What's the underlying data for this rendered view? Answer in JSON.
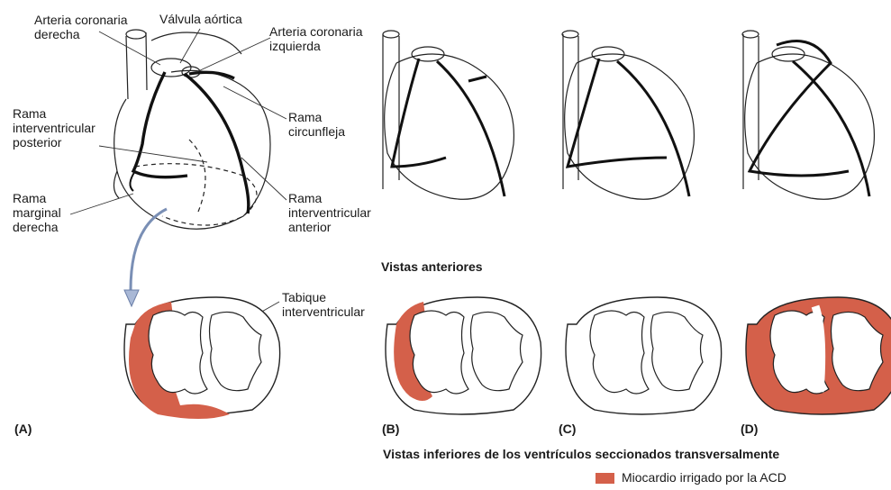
{
  "colors": {
    "rca_supply": "#d4604a",
    "outline": "#222222",
    "artery": "#111111",
    "text": "#1a1a1a"
  },
  "labels": {
    "rca": "Arteria coronaria derecha",
    "rca_l1": "Arteria coronaria",
    "rca_l2": "derecha",
    "aortic_valve": "Válvula aórtica",
    "lca_l1": "Arteria coronaria",
    "lca_l2": "izquierda",
    "posterior_l1": "Rama",
    "posterior_l2": "interventricular",
    "posterior_l3": "posterior",
    "circumflex_l1": "Rama",
    "circumflex_l2": "circunfleja",
    "marginal_l1": "Rama",
    "marginal_l2": "marginal",
    "marginal_l3": "derecha",
    "anterior_l1": "Rama",
    "anterior_l2": "interventricular",
    "anterior_l3": "anterior",
    "septum_l1": "Tabique",
    "septum_l2": "interventricular"
  },
  "captions": {
    "anterior_views": "Vistas anteriores",
    "inferior_views": "Vistas inferiores de los ventrículos seccionados transversalmente"
  },
  "panels": [
    "(A)",
    "(B)",
    "(C)",
    "(D)"
  ],
  "legend": {
    "text": "Miocardio irrigado por la ACD"
  }
}
